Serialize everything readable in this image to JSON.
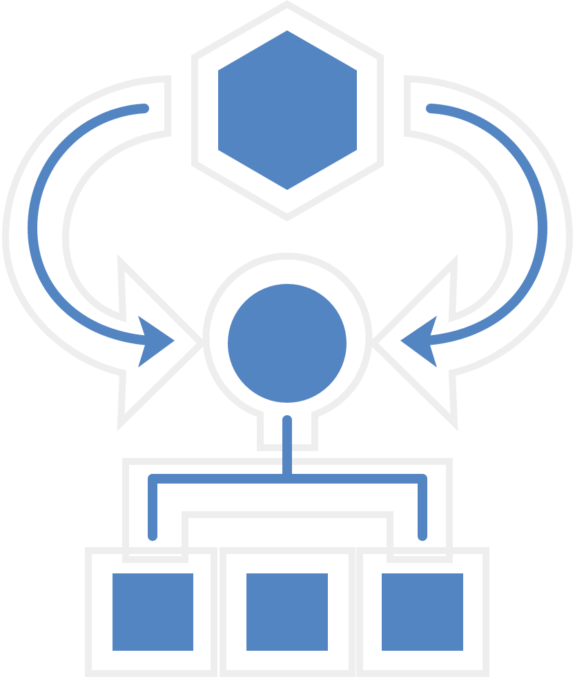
{
  "icon": {
    "name": "workflow-process-icon",
    "description_elements": [
      "hexagon",
      "circular-arrows",
      "circle-node",
      "hierarchy-connector",
      "square-nodes"
    ]
  },
  "colors": {
    "fill": "#5385c3",
    "outline": "#eeeeee",
    "background": "#ffffff"
  }
}
